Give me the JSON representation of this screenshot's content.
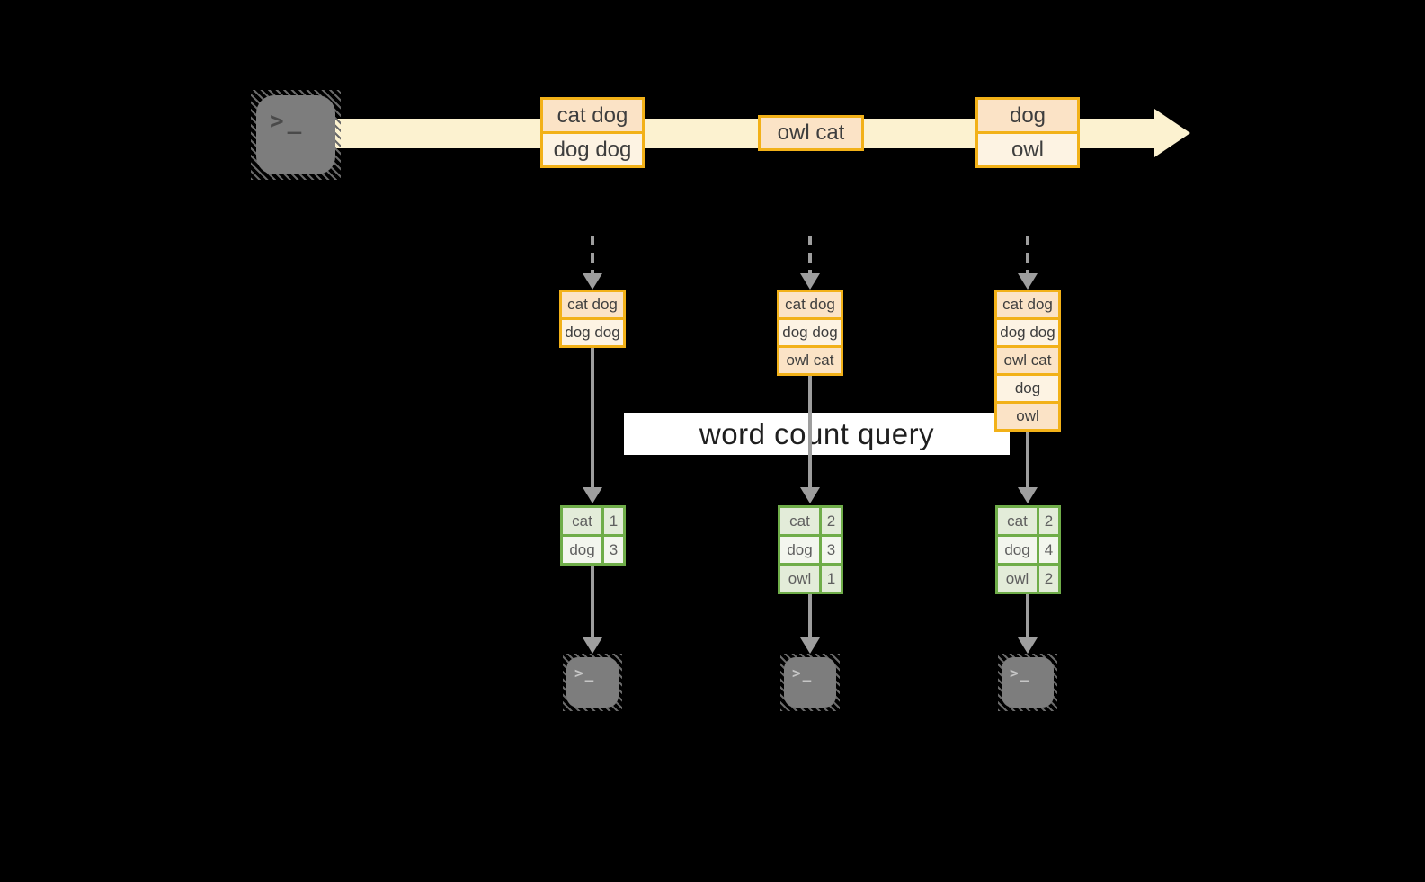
{
  "title": "word count query",
  "colors": {
    "background": "#000000",
    "stream_band": "#fcf2d0",
    "gold_border": "#f2b118",
    "peach_cell": "#fbe3c6",
    "cream_cell": "#fdf3e3",
    "green_border": "#6fad49",
    "sage_cell": "#e3ecd9",
    "sage_cell_light": "#f3f6ee",
    "arrow_gray": "#9e9e9e",
    "terminal_gray": "#7d7d7d"
  },
  "icons": {
    "prompt_glyph": ">_"
  },
  "stream": {
    "batches": [
      {
        "lines": [
          "cat dog",
          "dog dog"
        ]
      },
      {
        "lines": [
          "owl cat"
        ]
      },
      {
        "lines": [
          "dog",
          "owl"
        ]
      }
    ]
  },
  "label": {
    "text": "word count query"
  },
  "columns": [
    {
      "state": [
        "cat dog",
        "dog dog"
      ],
      "counts": [
        {
          "word": "cat",
          "value": "1"
        },
        {
          "word": "dog",
          "value": "3"
        }
      ]
    },
    {
      "state": [
        "cat dog",
        "dog dog",
        "owl cat"
      ],
      "counts": [
        {
          "word": "cat",
          "value": "2"
        },
        {
          "word": "dog",
          "value": "3"
        },
        {
          "word": "owl",
          "value": "1"
        }
      ]
    },
    {
      "state": [
        "cat dog",
        "dog dog",
        "owl cat",
        "dog",
        "owl"
      ],
      "counts": [
        {
          "word": "cat",
          "value": "2"
        },
        {
          "word": "dog",
          "value": "4"
        },
        {
          "word": "owl",
          "value": "2"
        }
      ]
    }
  ]
}
